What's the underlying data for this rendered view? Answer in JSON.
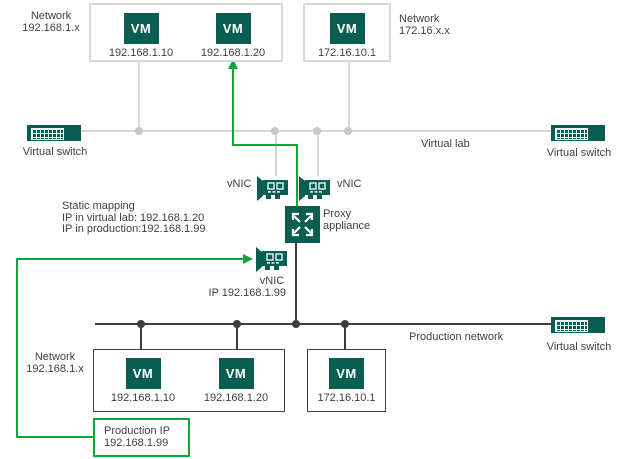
{
  "icons": {
    "vm_label": "VM"
  },
  "lab": {
    "network_left": [
      "Network",
      "192.168.1.x"
    ],
    "network_right": [
      "Network",
      "172.16.x.x"
    ],
    "group1": {
      "vms": [
        {
          "ip": "192.168.1.10"
        },
        {
          "ip": "192.168.1.20"
        }
      ]
    },
    "group2": {
      "vms": [
        {
          "ip": "172.16.10.1"
        }
      ]
    },
    "switch_left": "Virtual switch",
    "switch_right": "Virtual switch",
    "line_label": "Virtual lab",
    "vnic_left": "vNIC",
    "vnic_right": "vNIC"
  },
  "proxy": {
    "name": [
      "Proxy",
      "appliance"
    ]
  },
  "mapping": {
    "title": "Static mapping",
    "lab_ip": "IP in virtual lab: 192.168.1.20",
    "prod_ip": "IP in production:192.168.1.99"
  },
  "masq_vnic": {
    "label": "vNIC",
    "ip": "IP 192.168.1.99"
  },
  "prod": {
    "network_label": [
      "Network",
      "192.168.1.x"
    ],
    "line_label": "Production network",
    "switch": "Virtual switch",
    "group1": {
      "vms": [
        {
          "ip": "192.168.1.10"
        },
        {
          "ip": "192.168.1.20"
        }
      ]
    },
    "group2": {
      "vms": [
        {
          "ip": "172.16.10.1"
        }
      ]
    },
    "production_ip": [
      "Production IP",
      "192.168.1.99"
    ]
  },
  "colors": {
    "teal": "#0a5e51",
    "green": "#0ca63d",
    "gray_line": "#d6d6d6",
    "dark_line": "#3d3d3d",
    "text": "#3f3f3f"
  }
}
